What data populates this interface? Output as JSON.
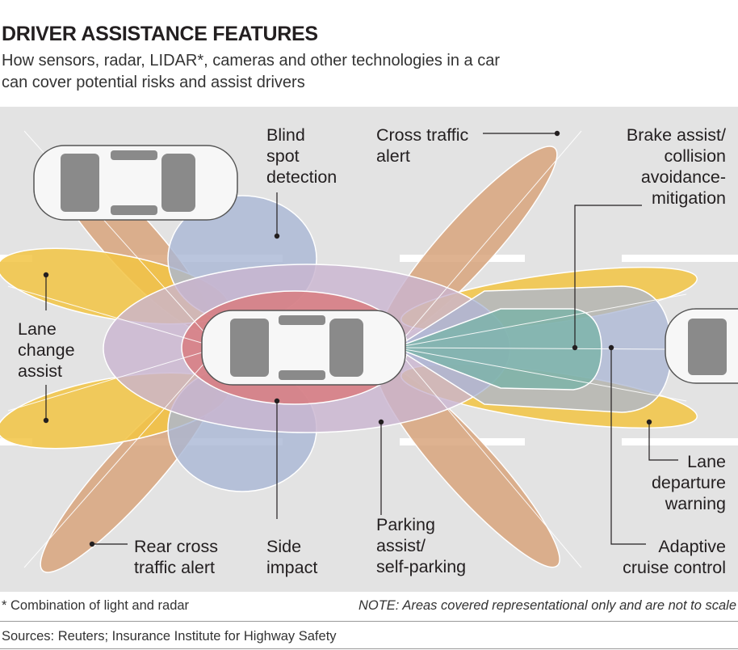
{
  "header": {
    "title": "DRIVER ASSISTANCE FEATURES",
    "subtitle": "How sensors, radar, LIDAR*, cameras and other technologies in a car\ncan cover potential risks and assist drivers"
  },
  "labels": {
    "blind_spot": "Blind\nspot\ndetection",
    "cross_traffic": "Cross traffic\nalert",
    "brake_assist": "Brake assist/\ncollision\navoidance-\nmitigation",
    "lane_change": "Lane\nchange\nassist",
    "lane_departure": "Lane\ndeparture\nwarning",
    "adaptive_cruise": "Adaptive\ncruise control",
    "rear_cross": "Rear cross\ntraffic alert",
    "side_impact": "Side\nimpact",
    "parking": "Parking\nassist/\nself-parking"
  },
  "footer": {
    "footnote": "* Combination of light and radar",
    "note": "NOTE: Areas covered representational only and are not to scale",
    "sources": "Sources: Reuters; Insurance Institute for Highway Safety"
  },
  "colors": {
    "road": "#e3e3e3",
    "orange_zone": "#d8a57c",
    "yellow_zone": "#f2c443",
    "blue_zone": "#a9b6d4",
    "purple_zone": "#c9b4cf",
    "red_zone": "#d8787a",
    "teal_zone": "#79b3a8"
  }
}
